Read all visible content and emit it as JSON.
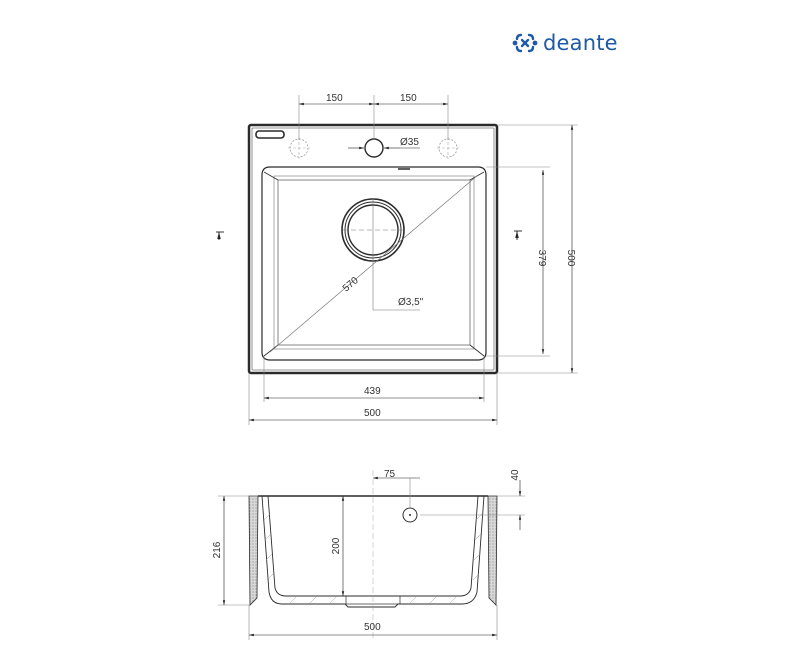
{
  "brand": {
    "name": "deante",
    "color": "#1e5aa8",
    "icon": "deante-knot-logo-icon"
  },
  "top_view": {
    "dimensions": {
      "tap_offset_left": "150",
      "tap_offset_right": "150",
      "tap_hole_diameter": "Ø35",
      "diagonal": "570",
      "drain_diameter": "Ø3,5\"",
      "bowl_depth": "379",
      "overall_depth": "500",
      "bowl_width": "439",
      "overall_width": "500"
    }
  },
  "side_view": {
    "dimensions": {
      "overflow_offset": "75",
      "overflow_height": "40",
      "overall_height": "216",
      "bowl_height": "200",
      "overall_width": "500"
    }
  },
  "colors": {
    "line": "#2b2b2b",
    "dim_line": "#888888",
    "hatch": "#999999"
  }
}
